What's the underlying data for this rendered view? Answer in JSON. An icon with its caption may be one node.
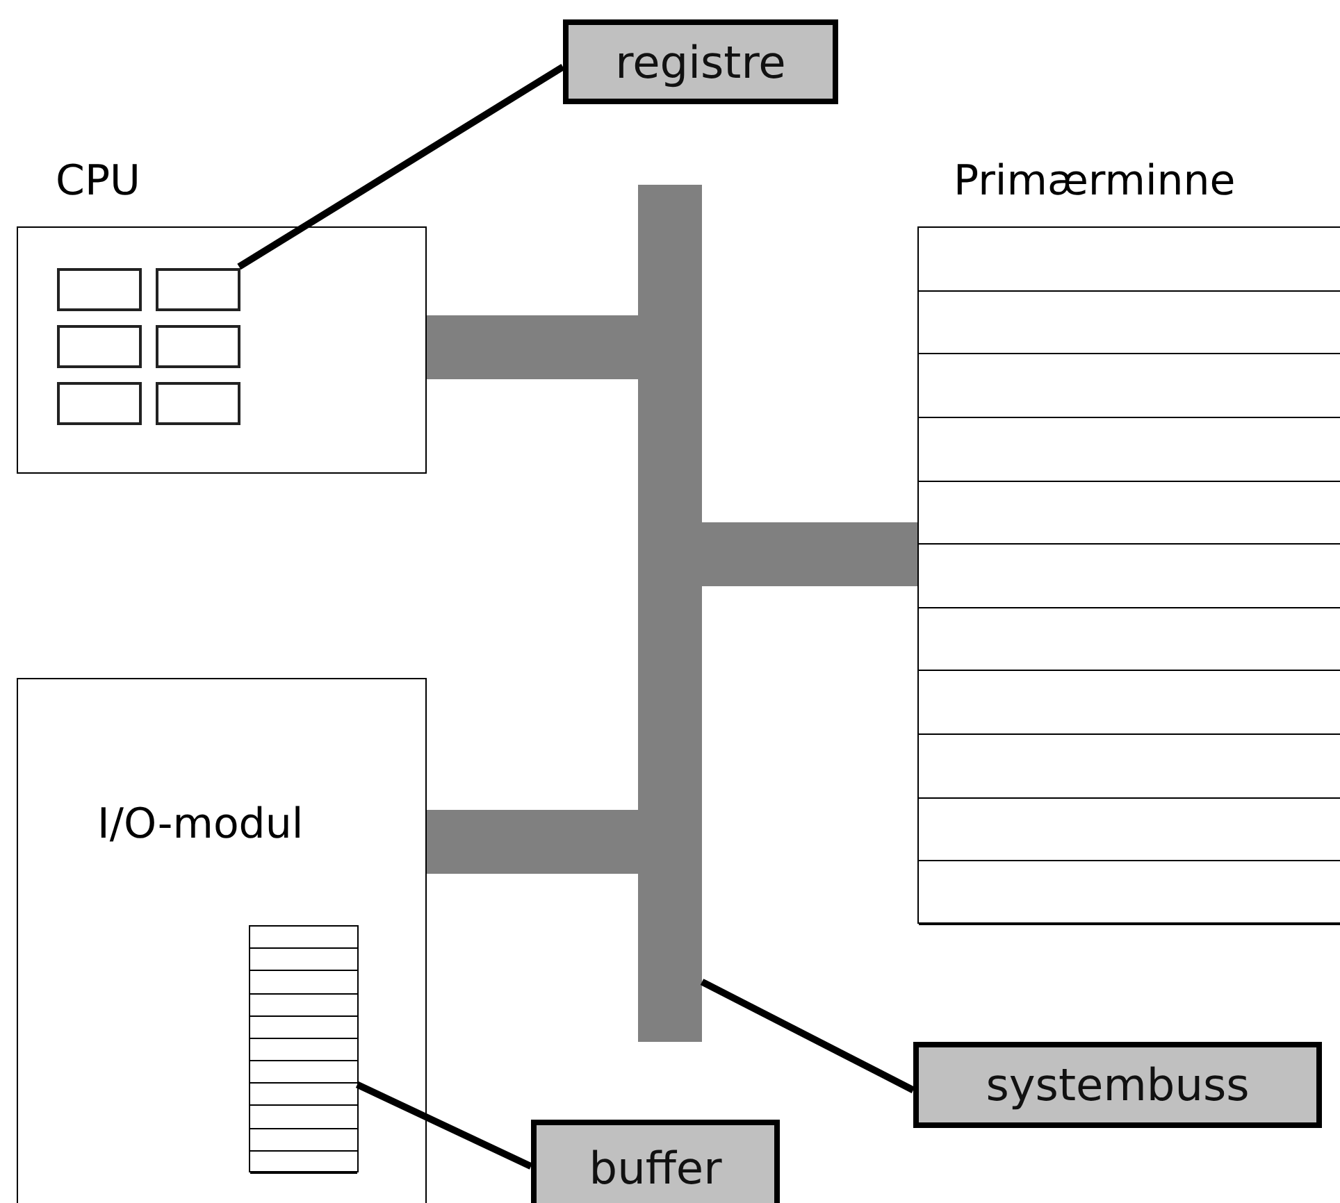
{
  "diagram": {
    "nodes": [
      {
        "text": [
          "CPU"
        ]
      },
      {
        "text": [
          "I/O-modul"
        ]
      },
      {
        "text": [
          "Primærminne"
        ]
      },
      {
        "text": [],
        "shape": "bar"
      },
      {
        "text": [
          "registre"
        ]
      },
      {
        "text": [
          "systembuss"
        ]
      },
      {
        "text": [
          "buffer"
        ]
      },
      {
        "text": [],
        "shape": "box",
        "in": 0
      },
      {
        "text": [],
        "shape": "box",
        "in": 1
      }
    ],
    "edges": [
      {
        "from": 3,
        "to": 0,
        "arrow": "none",
        "style": "thick",
        "color": "#808080"
      },
      {
        "from": 3,
        "to": 2,
        "arrow": "none",
        "style": "thick",
        "color": "#808080"
      },
      {
        "from": 3,
        "to": 1,
        "arrow": "none",
        "style": "thick",
        "color": "#808080"
      },
      {
        "from": 4,
        "to": 7,
        "arrow": "none",
        "color": "#000000"
      },
      {
        "from": 5,
        "to": 3,
        "arrow": "none",
        "color": "#000000"
      },
      {
        "from": 6,
        "to": 8,
        "arrow": "none",
        "color": "#000000"
      }
    ]
  }
}
